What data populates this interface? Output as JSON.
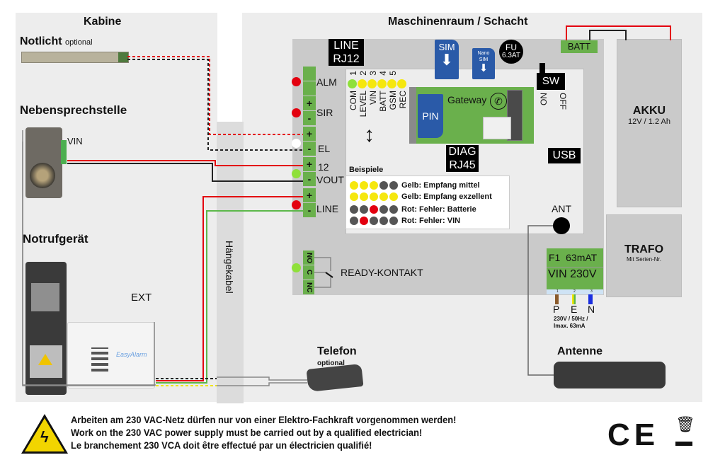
{
  "sections": {
    "kabine": "Kabine",
    "maschinenraum": "Maschinenraum / Schacht",
    "haengekabel": "Hängekabel"
  },
  "kabine": {
    "notlicht": {
      "title": "Notlicht",
      "sub": "optional"
    },
    "nebensprechstelle": {
      "title": "Nebensprechstelle",
      "vin": "VIN"
    },
    "notrufgeraet": {
      "title": "Notrufgerät",
      "ext": "EXT",
      "brand": "EasyAlarm"
    }
  },
  "board": {
    "line_rj12": [
      "LINE",
      "RJ12"
    ],
    "diag_rj45": [
      "DIAG",
      "RJ45"
    ],
    "usb": "USB",
    "sim": "SIM",
    "nano_sim": [
      "Nano",
      "SIM"
    ],
    "fuse": [
      "FU",
      "6.3AT"
    ],
    "batt": "BATT",
    "sw": {
      "label": "SW",
      "on": "ON",
      "off": "OFF"
    },
    "gateway": {
      "label": "Gateway",
      "pin": "PIN"
    },
    "ant": "ANT",
    "terminals": [
      {
        "label": "ALM",
        "pins": [
          "",
          ""
        ],
        "led": "red"
      },
      {
        "label": "SIR",
        "pins": [
          "+",
          "-"
        ],
        "led": "red"
      },
      {
        "label": "EL",
        "pins": [
          "+",
          "-"
        ],
        "led": "white"
      },
      {
        "label": "12",
        "label2": "VOUT",
        "pins": [
          "+",
          "-"
        ],
        "led": "lightgreen"
      },
      {
        "label": "LINE",
        "pins": [
          "+",
          "-"
        ],
        "led": "red"
      }
    ],
    "ready": {
      "label": "READY-KONTAKT",
      "pins": [
        "NO",
        "C",
        "NC"
      ]
    },
    "leds": [
      {
        "num": "1",
        "name": "COM",
        "color": "lightgreen"
      },
      {
        "num": "2",
        "name": "LEVEL",
        "color": "yellow"
      },
      {
        "num": "3",
        "name": "VIN",
        "color": "yellow"
      },
      {
        "num": "4",
        "name": "BATT",
        "color": "yellow"
      },
      {
        "num": "5",
        "name": "GSM",
        "color": "yellow"
      },
      {
        "num": "",
        "name": "REC",
        "color": "yellow"
      }
    ],
    "examples": {
      "title": "Beispiele",
      "rows": [
        {
          "pattern": [
            "yellow",
            "yellow",
            "yellow",
            "grey",
            "grey"
          ],
          "text": "Gelb: Empfang mittel"
        },
        {
          "pattern": [
            "yellow",
            "yellow",
            "yellow",
            "yellow",
            "yellow"
          ],
          "text": "Gelb: Empfang exzellent"
        },
        {
          "pattern": [
            "grey",
            "grey",
            "red",
            "grey",
            "grey"
          ],
          "text": "Rot: Fehler: Batterie"
        },
        {
          "pattern": [
            "grey",
            "red",
            "grey",
            "grey",
            "grey"
          ],
          "text": "Rot: Fehler: VIN"
        }
      ]
    },
    "power": {
      "fuse": "F1  63mAT",
      "vin": "VIN 230V",
      "pins": [
        "1",
        "2",
        "3"
      ],
      "wires": [
        "P",
        "E",
        "N"
      ],
      "spec": [
        "230V / 50Hz /",
        "Imax. 63mA"
      ]
    }
  },
  "akku": {
    "title": "AKKU",
    "sub": "12V / 1.2 Ah"
  },
  "trafo": {
    "title": "TRAFO",
    "sub": "Mit Serien-Nr."
  },
  "telefon": {
    "title": "Telefon",
    "sub": "optional"
  },
  "antenne": {
    "title": "Antenne"
  },
  "warning": [
    "Arbeiten am 230 VAC-Netz dürfen nur von einer Elektro-Fachkraft vorgenommen werden!",
    "Work on the 230 VAC power supply must be carried out by a qualified electrician!",
    "Le branchement 230 VCA doit être effectué par un électricien qualifié!"
  ],
  "marks": {
    "ce": "CE"
  },
  "colors": {
    "terminal_green": "#6ab04c",
    "led_red": "#e3000f",
    "led_yellow": "#f5e70e",
    "led_green": "#8fe03a",
    "sim_blue": "#2a5aa8",
    "wire_red": "#e3000f",
    "wire_black": "#222222",
    "wire_green": "#5cb84a"
  }
}
